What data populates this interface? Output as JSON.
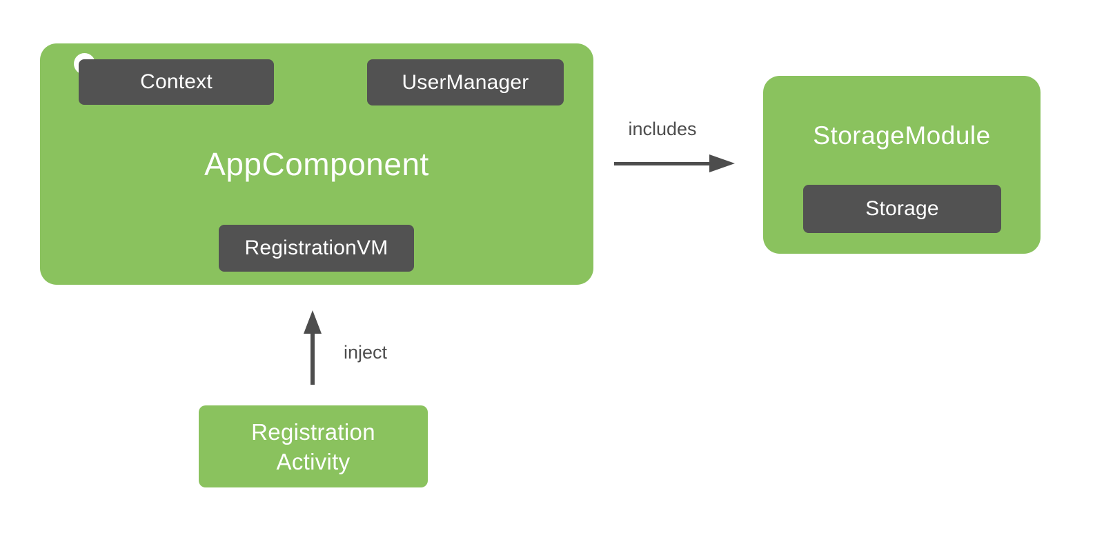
{
  "colors": {
    "node-green": "#8ac25e",
    "chip-gray": "#525252",
    "arrow-gray": "#4d4d4d",
    "label-gray": "#4d4d4d",
    "dot-white": "#ffffff",
    "canvas-bg": "#ffffff"
  },
  "nodes": {
    "app_component": {
      "title": "AppComponent",
      "chips": {
        "context": "Context",
        "user_manager": "UserManager",
        "registration_vm": "RegistrationVM"
      }
    },
    "storage_module": {
      "title": "StorageModule",
      "chips": {
        "storage": "Storage"
      }
    },
    "registration_activity": {
      "title": "Registration Activity",
      "title_line1": "Registration",
      "title_line2": "Activity"
    }
  },
  "edges": {
    "includes": {
      "label": "includes",
      "from": "AppComponent",
      "to": "StorageModule"
    },
    "inject": {
      "label": "inject",
      "from": "Registration Activity",
      "to": "AppComponent"
    }
  }
}
